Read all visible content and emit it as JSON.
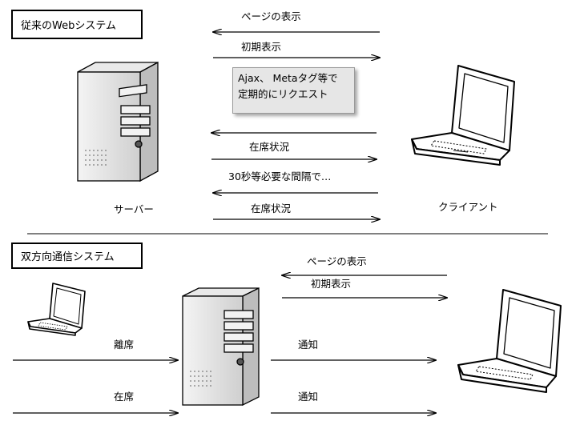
{
  "legacy": {
    "title": "従来のWebシステム",
    "server_label": "サーバー",
    "client_label": "クライアント",
    "messages": [
      {
        "text": "ページの表示",
        "direction": "to-server"
      },
      {
        "text": "初期表示",
        "direction": "to-client"
      },
      {
        "text": "",
        "direction": "to-server"
      },
      {
        "text": "在席状況",
        "direction": "to-client"
      },
      {
        "text": "30秒等必要な間隔で…",
        "direction": "to-server"
      },
      {
        "text": "在席状況",
        "direction": "to-client"
      }
    ],
    "note_line1": "Ajax、 Metaタグ等で",
    "note_line2": "定期的にリクエスト"
  },
  "bidirectional": {
    "title": "双方向通信システム",
    "left_messages": [
      "離席",
      "在席"
    ],
    "right_messages": [
      "ページの表示",
      "初期表示",
      "通知",
      "通知"
    ]
  }
}
